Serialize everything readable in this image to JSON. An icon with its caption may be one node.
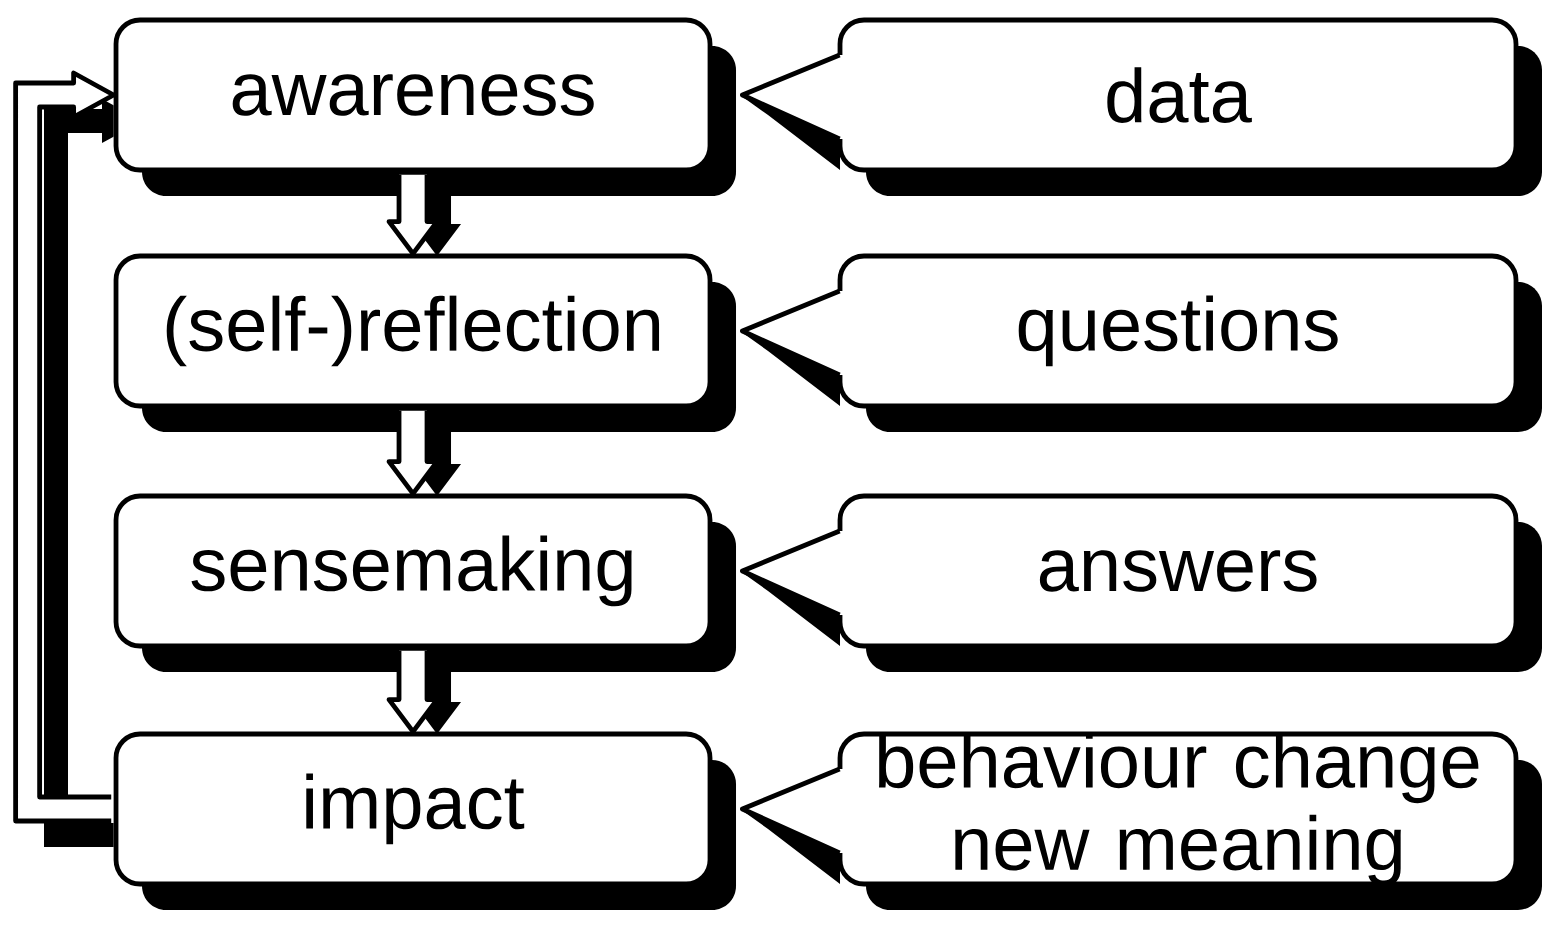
{
  "diagram": {
    "nodes": [
      {
        "text": [
          "awareness"
        ]
      },
      {
        "text": [
          "(self-)reflection"
        ]
      },
      {
        "text": [
          "sensemaking"
        ]
      },
      {
        "text": [
          "impact"
        ]
      },
      {
        "text": [
          "data"
        ]
      },
      {
        "text": [
          "questions"
        ]
      },
      {
        "text": [
          "answers"
        ]
      },
      {
        "text": [
          "behaviour change new meaning"
        ]
      }
    ],
    "edges": [
      {
        "from": 0,
        "to": 1,
        "arrow": "to"
      },
      {
        "from": 1,
        "to": 2,
        "arrow": "to"
      },
      {
        "from": 2,
        "to": 3,
        "arrow": "to"
      },
      {
        "from": 3,
        "to": 0,
        "arrow": "to"
      },
      {
        "from": 4,
        "to": 0,
        "arrow": "to"
      },
      {
        "from": 5,
        "to": 1,
        "arrow": "to"
      },
      {
        "from": 6,
        "to": 2,
        "arrow": "to"
      },
      {
        "from": 7,
        "to": 3,
        "arrow": "to"
      }
    ]
  }
}
